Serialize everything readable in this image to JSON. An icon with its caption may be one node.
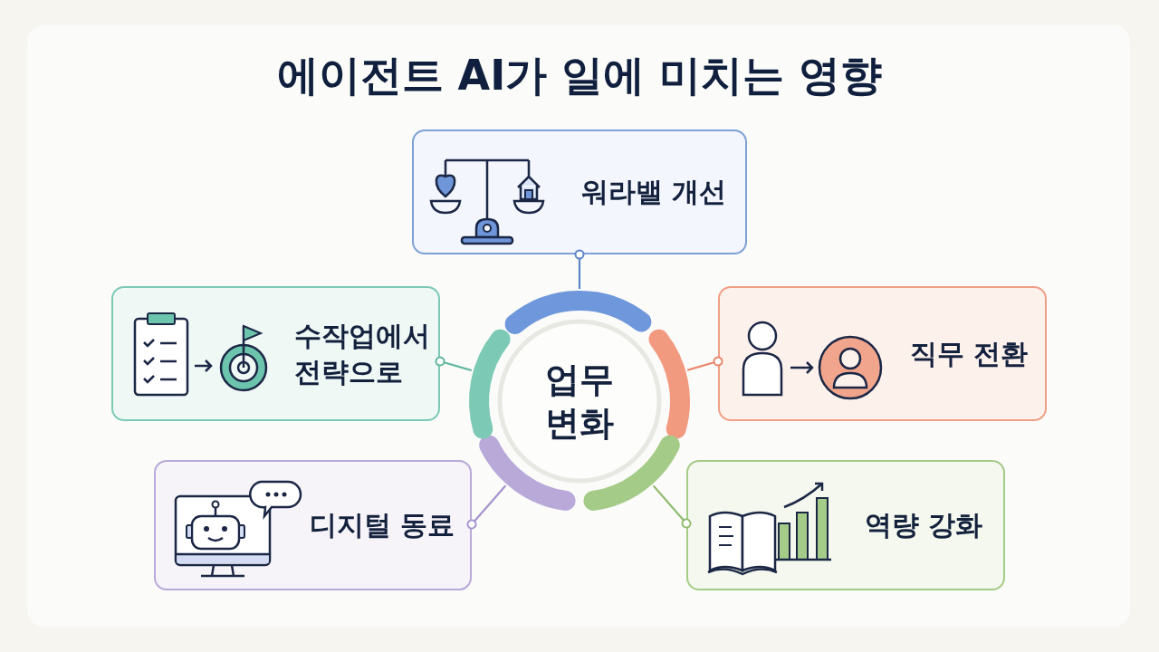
{
  "diagram": {
    "title": "에이전트 AI가 일에 미치는 영향",
    "nodes": [
      {
        "text": [
          "업무 변화"
        ]
      },
      {
        "text": [
          "워라밸 개선"
        ]
      },
      {
        "text": [
          "수작업에서 전략으로"
        ]
      },
      {
        "text": [
          "직무 전환"
        ]
      },
      {
        "text": [
          "디지털 동료"
        ]
      },
      {
        "text": [
          "역량 강화"
        ]
      }
    ],
    "edges": [
      {
        "from": 0,
        "to": 1,
        "arrow": "other",
        "color": "#5b84c9"
      },
      {
        "from": 0,
        "to": 2,
        "arrow": "other",
        "color": "#5fb8a0"
      },
      {
        "from": 0,
        "to": 3,
        "arrow": "other",
        "color": "#e8866a"
      },
      {
        "from": 0,
        "to": 4,
        "arrow": "other",
        "color": "#a592cf"
      },
      {
        "from": 0,
        "to": 5,
        "arrow": "other",
        "color": "#8fba6c"
      }
    ]
  }
}
